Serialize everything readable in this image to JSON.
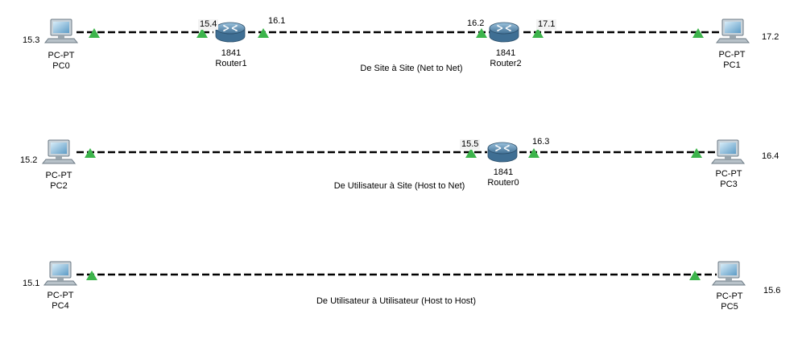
{
  "rows": [
    {
      "caption": "De Site à Site (Net to Net)",
      "nodes": [
        {
          "kind": "pc",
          "type": "PC-PT",
          "name": "PC0",
          "ip": "15.3"
        },
        {
          "kind": "router",
          "type": "1841",
          "name": "Router1",
          "ip_left": "15.4",
          "ip_right": "16.1"
        },
        {
          "kind": "router",
          "type": "1841",
          "name": "Router2",
          "ip_left": "16.2",
          "ip_right": "17.1"
        },
        {
          "kind": "pc",
          "type": "PC-PT",
          "name": "PC1",
          "ip": "17.2"
        }
      ]
    },
    {
      "caption": "De Utilisateur à Site (Host to Net)",
      "nodes": [
        {
          "kind": "pc",
          "type": "PC-PT",
          "name": "PC2",
          "ip": "15.2"
        },
        {
          "kind": "router",
          "type": "1841",
          "name": "Router0",
          "ip_left": "15.5",
          "ip_right": "16.3"
        },
        {
          "kind": "pc",
          "type": "PC-PT",
          "name": "PC3",
          "ip": "16.4"
        }
      ]
    },
    {
      "caption": "De Utilisateur à Utilisateur (Host to Host)",
      "nodes": [
        {
          "kind": "pc",
          "type": "PC-PT",
          "name": "PC4",
          "ip": "15.1"
        },
        {
          "kind": "pc",
          "type": "PC-PT",
          "name": "PC5",
          "ip": "15.6"
        }
      ]
    }
  ],
  "colors": {
    "link": "#000000",
    "link_up_indicator": "#3cb44b",
    "router_body": "#5a8fb5",
    "pc_screen": "#6aa6cf",
    "ip_box": "#f2f2f2"
  }
}
